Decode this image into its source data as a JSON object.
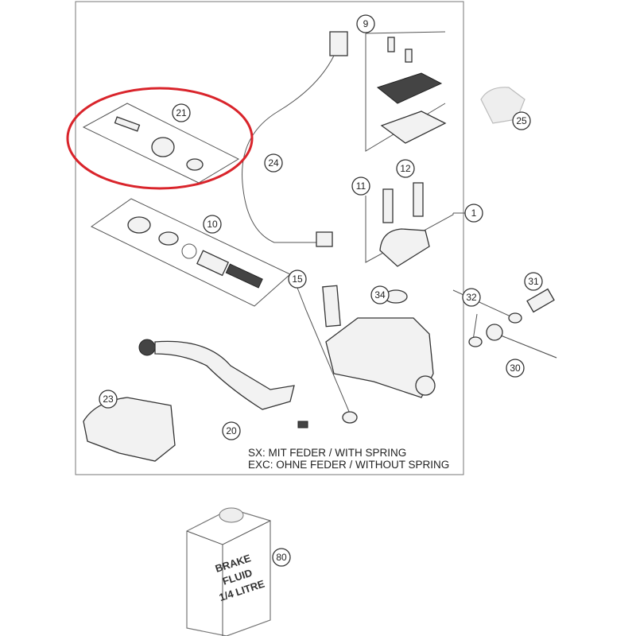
{
  "diagram": {
    "callouts": [
      "9",
      "21",
      "25",
      "24",
      "12",
      "11",
      "1",
      "10",
      "15",
      "31",
      "34",
      "32",
      "30",
      "23",
      "20",
      "80"
    ],
    "note_line1": "SX: MIT FEDER / WITH SPRING",
    "note_line2": "EXC: OHNE FEDER / WITHOUT SPRING",
    "bottle_label": [
      "BRAKE",
      "FLUID",
      "1/4 LITRE"
    ],
    "highlight_color": "#d9242b"
  }
}
